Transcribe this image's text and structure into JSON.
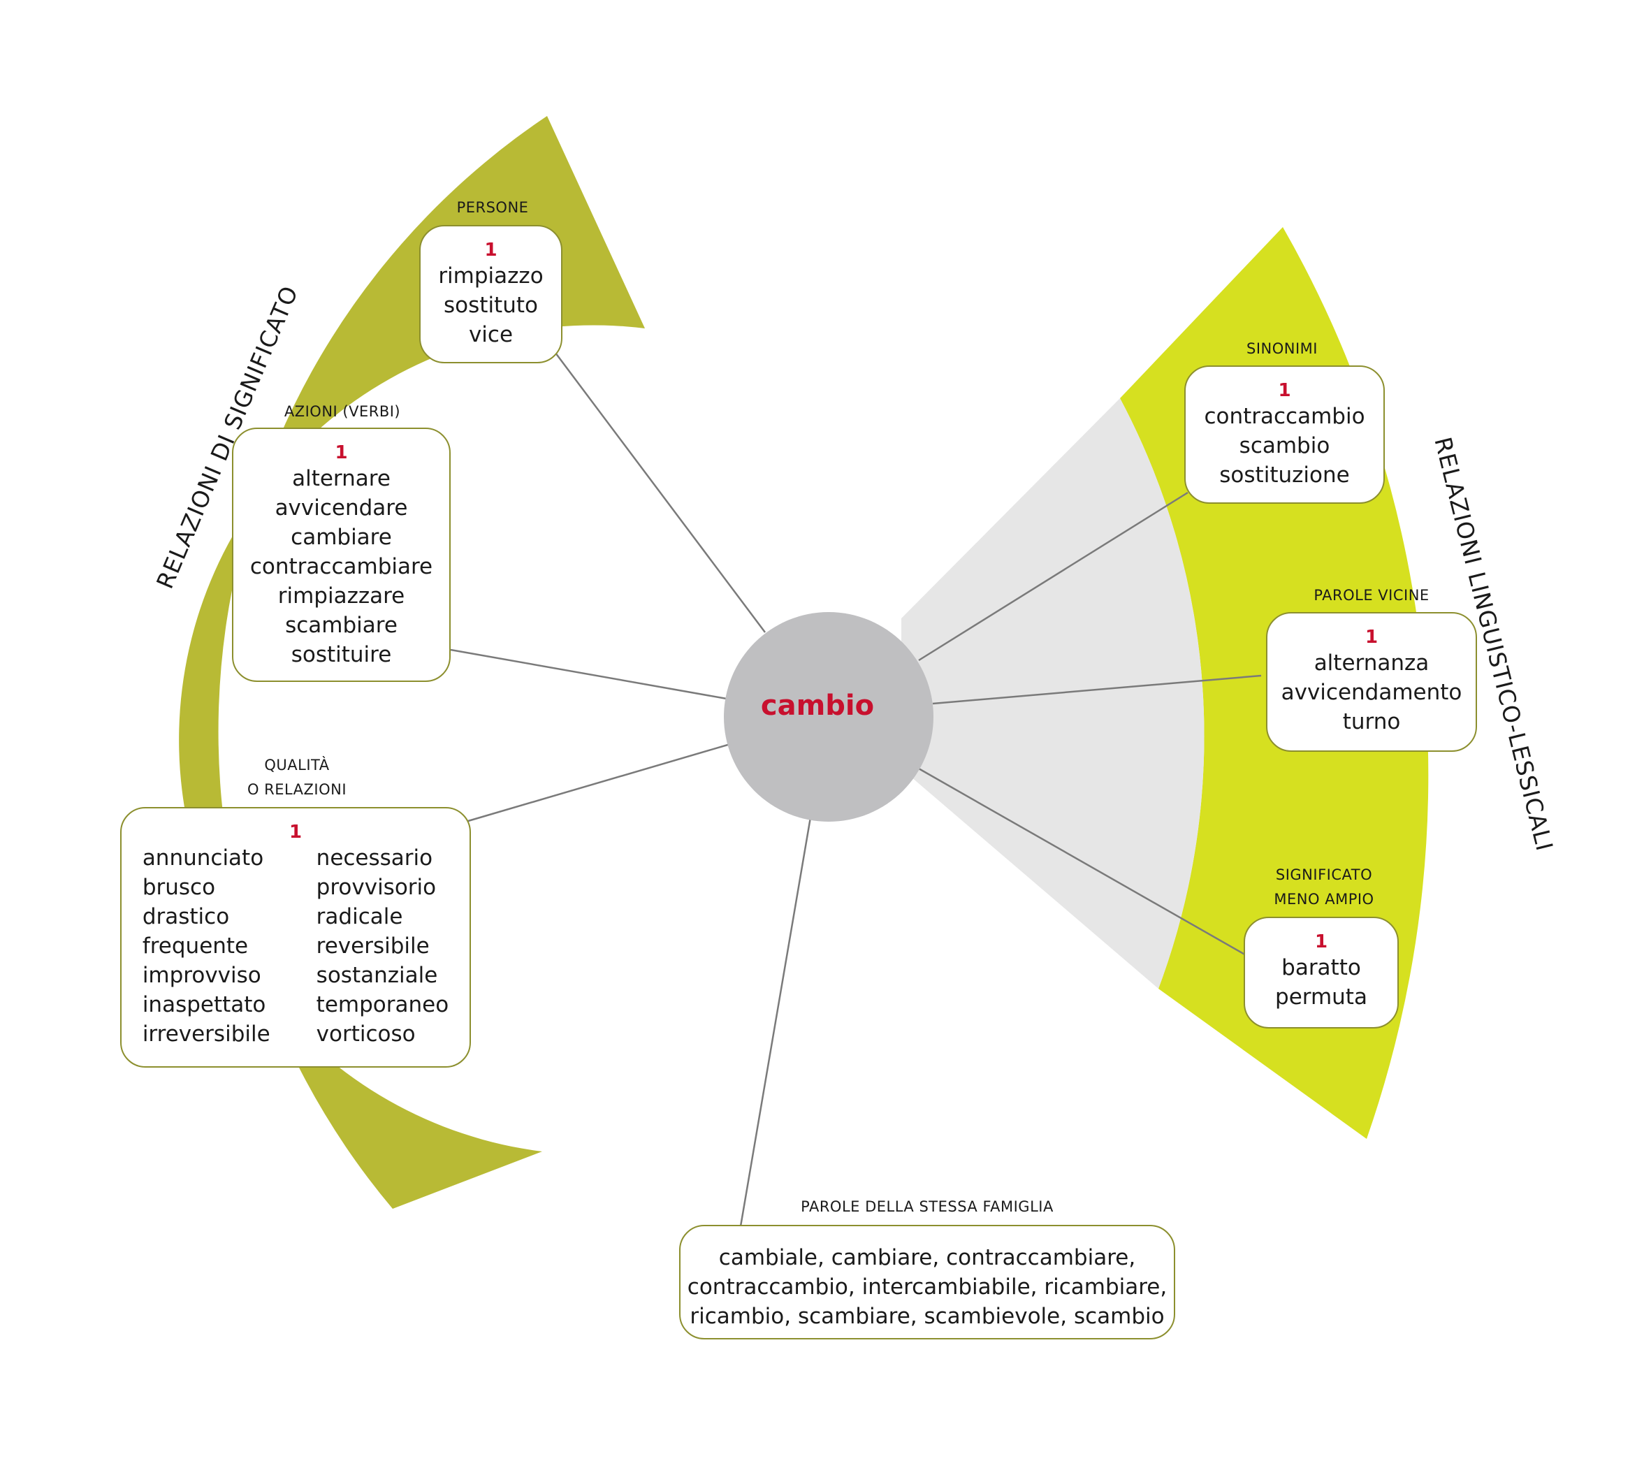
{
  "center_word": "cambio",
  "colors": {
    "left_band": "#b8ba35",
    "right_band": "#d6e020",
    "grey_sector": "#e6e6e6",
    "center_circle": "#bfbfc1",
    "accent_red": "#c8102e",
    "box_border": "#8c8f2e",
    "connector": "#7a7a7a"
  },
  "left_title": "RELAZIONI DI SIGNIFICATO",
  "right_title": "RELAZIONI LINGUISTICO-LESSICALI",
  "persone": {
    "label": "PERSONE",
    "num": "1",
    "words": [
      "rimpiazzo",
      "sostituto",
      "vice"
    ]
  },
  "azioni": {
    "label": "AZIONI (VERBI)",
    "num": "1",
    "words": [
      "alternare",
      "avvicendare",
      "cambiare",
      "contraccambiare",
      "rimpiazzare",
      "scambiare",
      "sostituire"
    ]
  },
  "qualita": {
    "label_line1": "QUALITÀ",
    "label_line2": "O RELAZIONI",
    "num": "1",
    "col1": [
      "annunciato",
      "brusco",
      "drastico",
      "frequente",
      "improvviso",
      "inaspettato",
      "irreversibile"
    ],
    "col2": [
      "necessario",
      "provvisorio",
      "radicale",
      "reversibile",
      "sostanziale",
      "temporaneo",
      "vorticoso"
    ]
  },
  "sinonimi": {
    "label": "SINONIMI",
    "num": "1",
    "words": [
      "contraccambio",
      "scambio",
      "sostituzione"
    ]
  },
  "parole_vicine": {
    "label": "PAROLE VICINE",
    "num": "1",
    "words": [
      "alternanza",
      "avvicendamento",
      "turno"
    ]
  },
  "significato_meno_ampio": {
    "label_line1": "SIGNIFICATO",
    "label_line2": "MENO AMPIO",
    "num": "1",
    "words": [
      "baratto",
      "permuta"
    ]
  },
  "famiglia": {
    "label": "PAROLE DELLA STESSA FAMIGLIA",
    "lines": [
      "cambiale, cambiare, contraccambiare,",
      "contraccambio, intercambiabile, ricambiare,",
      "ricambio, scambiare, scambievole, scambio"
    ]
  }
}
